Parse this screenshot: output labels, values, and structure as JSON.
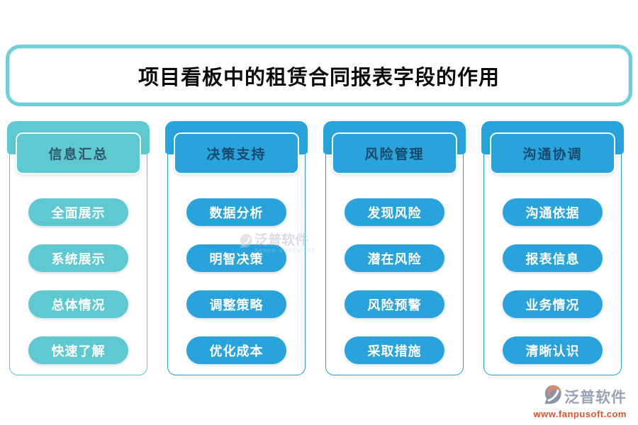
{
  "page": {
    "title": "项目看板中的租赁合同报表字段的作用"
  },
  "columns": [
    {
      "header": "信息汇总",
      "items": [
        "全面展示",
        "系统展示",
        "总体情况",
        "快速了解"
      ]
    },
    {
      "header": "决策支持",
      "items": [
        "数据分析",
        "明智决策",
        "调整策略",
        "优化成本"
      ]
    },
    {
      "header": "风险管理",
      "items": [
        "发现风险",
        "潜在风险",
        "风险预警",
        "采取措施"
      ]
    },
    {
      "header": "沟通协调",
      "items": [
        "沟通依据",
        "报表信息",
        "业务情况",
        "清晰认识"
      ]
    }
  ],
  "watermark": {
    "text": "泛普软件",
    "subtext": "FANPU SOFTWARE"
  },
  "brand": {
    "name": "泛普软件",
    "url": "www.fanpusoft.com"
  },
  "colors": {
    "teal": "#5fc9d2",
    "blue": "#29a3dc",
    "title_border": "#6fd0d9",
    "header_text_teal": "#2f5569",
    "header_text_blue": "#16496b",
    "brand_name": "#99a1b5",
    "brand_url": "#e1532c"
  }
}
